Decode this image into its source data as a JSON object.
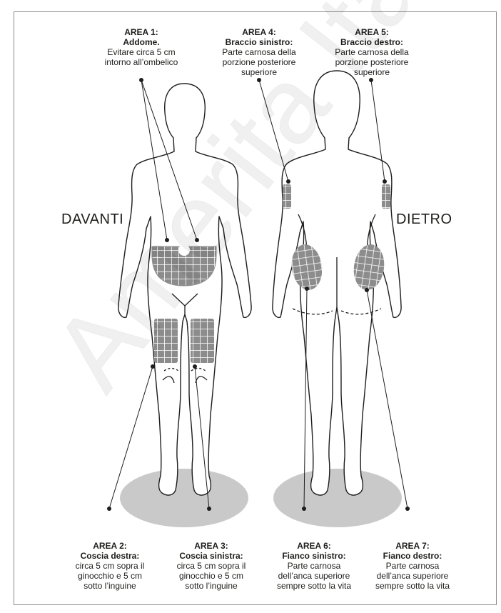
{
  "sides": {
    "front": "DAVANTI",
    "back": "DIETRO"
  },
  "areas": [
    {
      "title": "AREA 1:",
      "subtitle": "Addome.",
      "desc": [
        "Evitare circa 5 cm",
        "intorno all’ombelico"
      ]
    },
    {
      "title": "AREA 2:",
      "subtitle": "Coscia destra:",
      "desc": [
        "circa 5 cm sopra il",
        "ginocchio e 5 cm",
        "sotto l’inguine"
      ]
    },
    {
      "title": "AREA 3:",
      "subtitle": "Coscia sinistra:",
      "desc": [
        "circa 5 cm sopra il",
        "ginocchio e 5 cm",
        "sotto l’inguine"
      ]
    },
    {
      "title": "AREA 4:",
      "subtitle": "Braccio sinistro:",
      "desc": [
        "Parte carnosa della",
        "porzione posteriore",
        "superiore"
      ]
    },
    {
      "title": "AREA 5:",
      "subtitle": "Braccio destro:",
      "desc": [
        "Parte carnosa della",
        "porzione posteriore",
        "superiore"
      ]
    },
    {
      "title": "AREA 6:",
      "subtitle": "Fianco sinistro:",
      "desc": [
        "Parte carnosa",
        "dell’anca superiore",
        "sempre sotto la vita"
      ]
    },
    {
      "title": "AREA 7:",
      "subtitle": "Fianco destro:",
      "desc": [
        "Parte carnosa",
        "dell’anca superiore",
        "sempre sotto la vita"
      ]
    }
  ],
  "watermark": "Amerita Italiana",
  "colors": {
    "outline": "#1d1d1b",
    "zone_fill": "#8c8c8c",
    "floor_shadow": "#c9c9c9"
  }
}
